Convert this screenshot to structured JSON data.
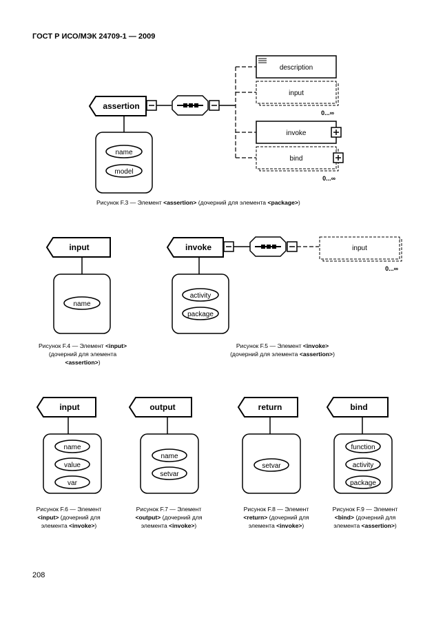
{
  "header": "ГОСТ Р ИСО/МЭК 24709-1 — 2009",
  "page_number": "208",
  "figure3": {
    "element": "assertion",
    "attributes": [
      "name",
      "model"
    ],
    "children": [
      "description",
      "input",
      "invoke",
      "bind"
    ],
    "cardinality_input": "0...∞",
    "cardinality_bind": "0...∞",
    "caption_a": "Рисунок F.3 — Элемент ",
    "caption_b": "<assertion>",
    "caption_c": " (дочерний для элемента ",
    "caption_d": "<package>",
    "caption_e": ")"
  },
  "figure4": {
    "element": "input",
    "attributes": [
      "name"
    ],
    "caption_1": "Рисунок F.4 — Элемент ",
    "caption_1b": "<input>",
    "caption_2": "(дочерний для элемента",
    "caption_3": "<assertion>",
    "caption_3b": ")"
  },
  "figure5": {
    "element": "invoke",
    "attributes": [
      "activity",
      "package"
    ],
    "children": [
      "input"
    ],
    "cardinality": "0...∞",
    "caption_1": "Рисунок F.5 — Элемент ",
    "caption_1b": "<invoke>",
    "caption_2": "(дочерний для элемента ",
    "caption_2b": "<assertion>",
    "caption_2c": ")"
  },
  "figure6": {
    "element": "input",
    "attributes": [
      "name",
      "value",
      "var"
    ],
    "caption_1": "Рисунок F.6 — Элемент",
    "caption_2a": "<input>",
    "caption_2b": "  (дочерний для",
    "caption_3a": "элемента ",
    "caption_3b": "<invoke>",
    "caption_3c": ")"
  },
  "figure7": {
    "element": "output",
    "attributes": [
      "name",
      "setvar"
    ],
    "caption_1": "Рисунок F.7 — Элемент",
    "caption_2a": "<output>",
    "caption_2b": " (дочерний для",
    "caption_3a": "элемента ",
    "caption_3b": "<invoke>",
    "caption_3c": ")"
  },
  "figure8": {
    "element": "return",
    "attributes": [
      "setvar"
    ],
    "caption_1": "Рисунок F.8 — Элемент",
    "caption_2a": "<return>",
    "caption_2b": " (дочерний для",
    "caption_3a": "элемента ",
    "caption_3b": "<invoke>",
    "caption_3c": ")"
  },
  "figure9": {
    "element": "bind",
    "attributes": [
      "function",
      "activity",
      "package"
    ],
    "caption_1": "Рисунок F.9 — Элемент",
    "caption_2a": "<bind>",
    "caption_2b": " (дочерний для",
    "caption_3a": "элемента ",
    "caption_3b": "<assertion>",
    "caption_3c": ")"
  }
}
